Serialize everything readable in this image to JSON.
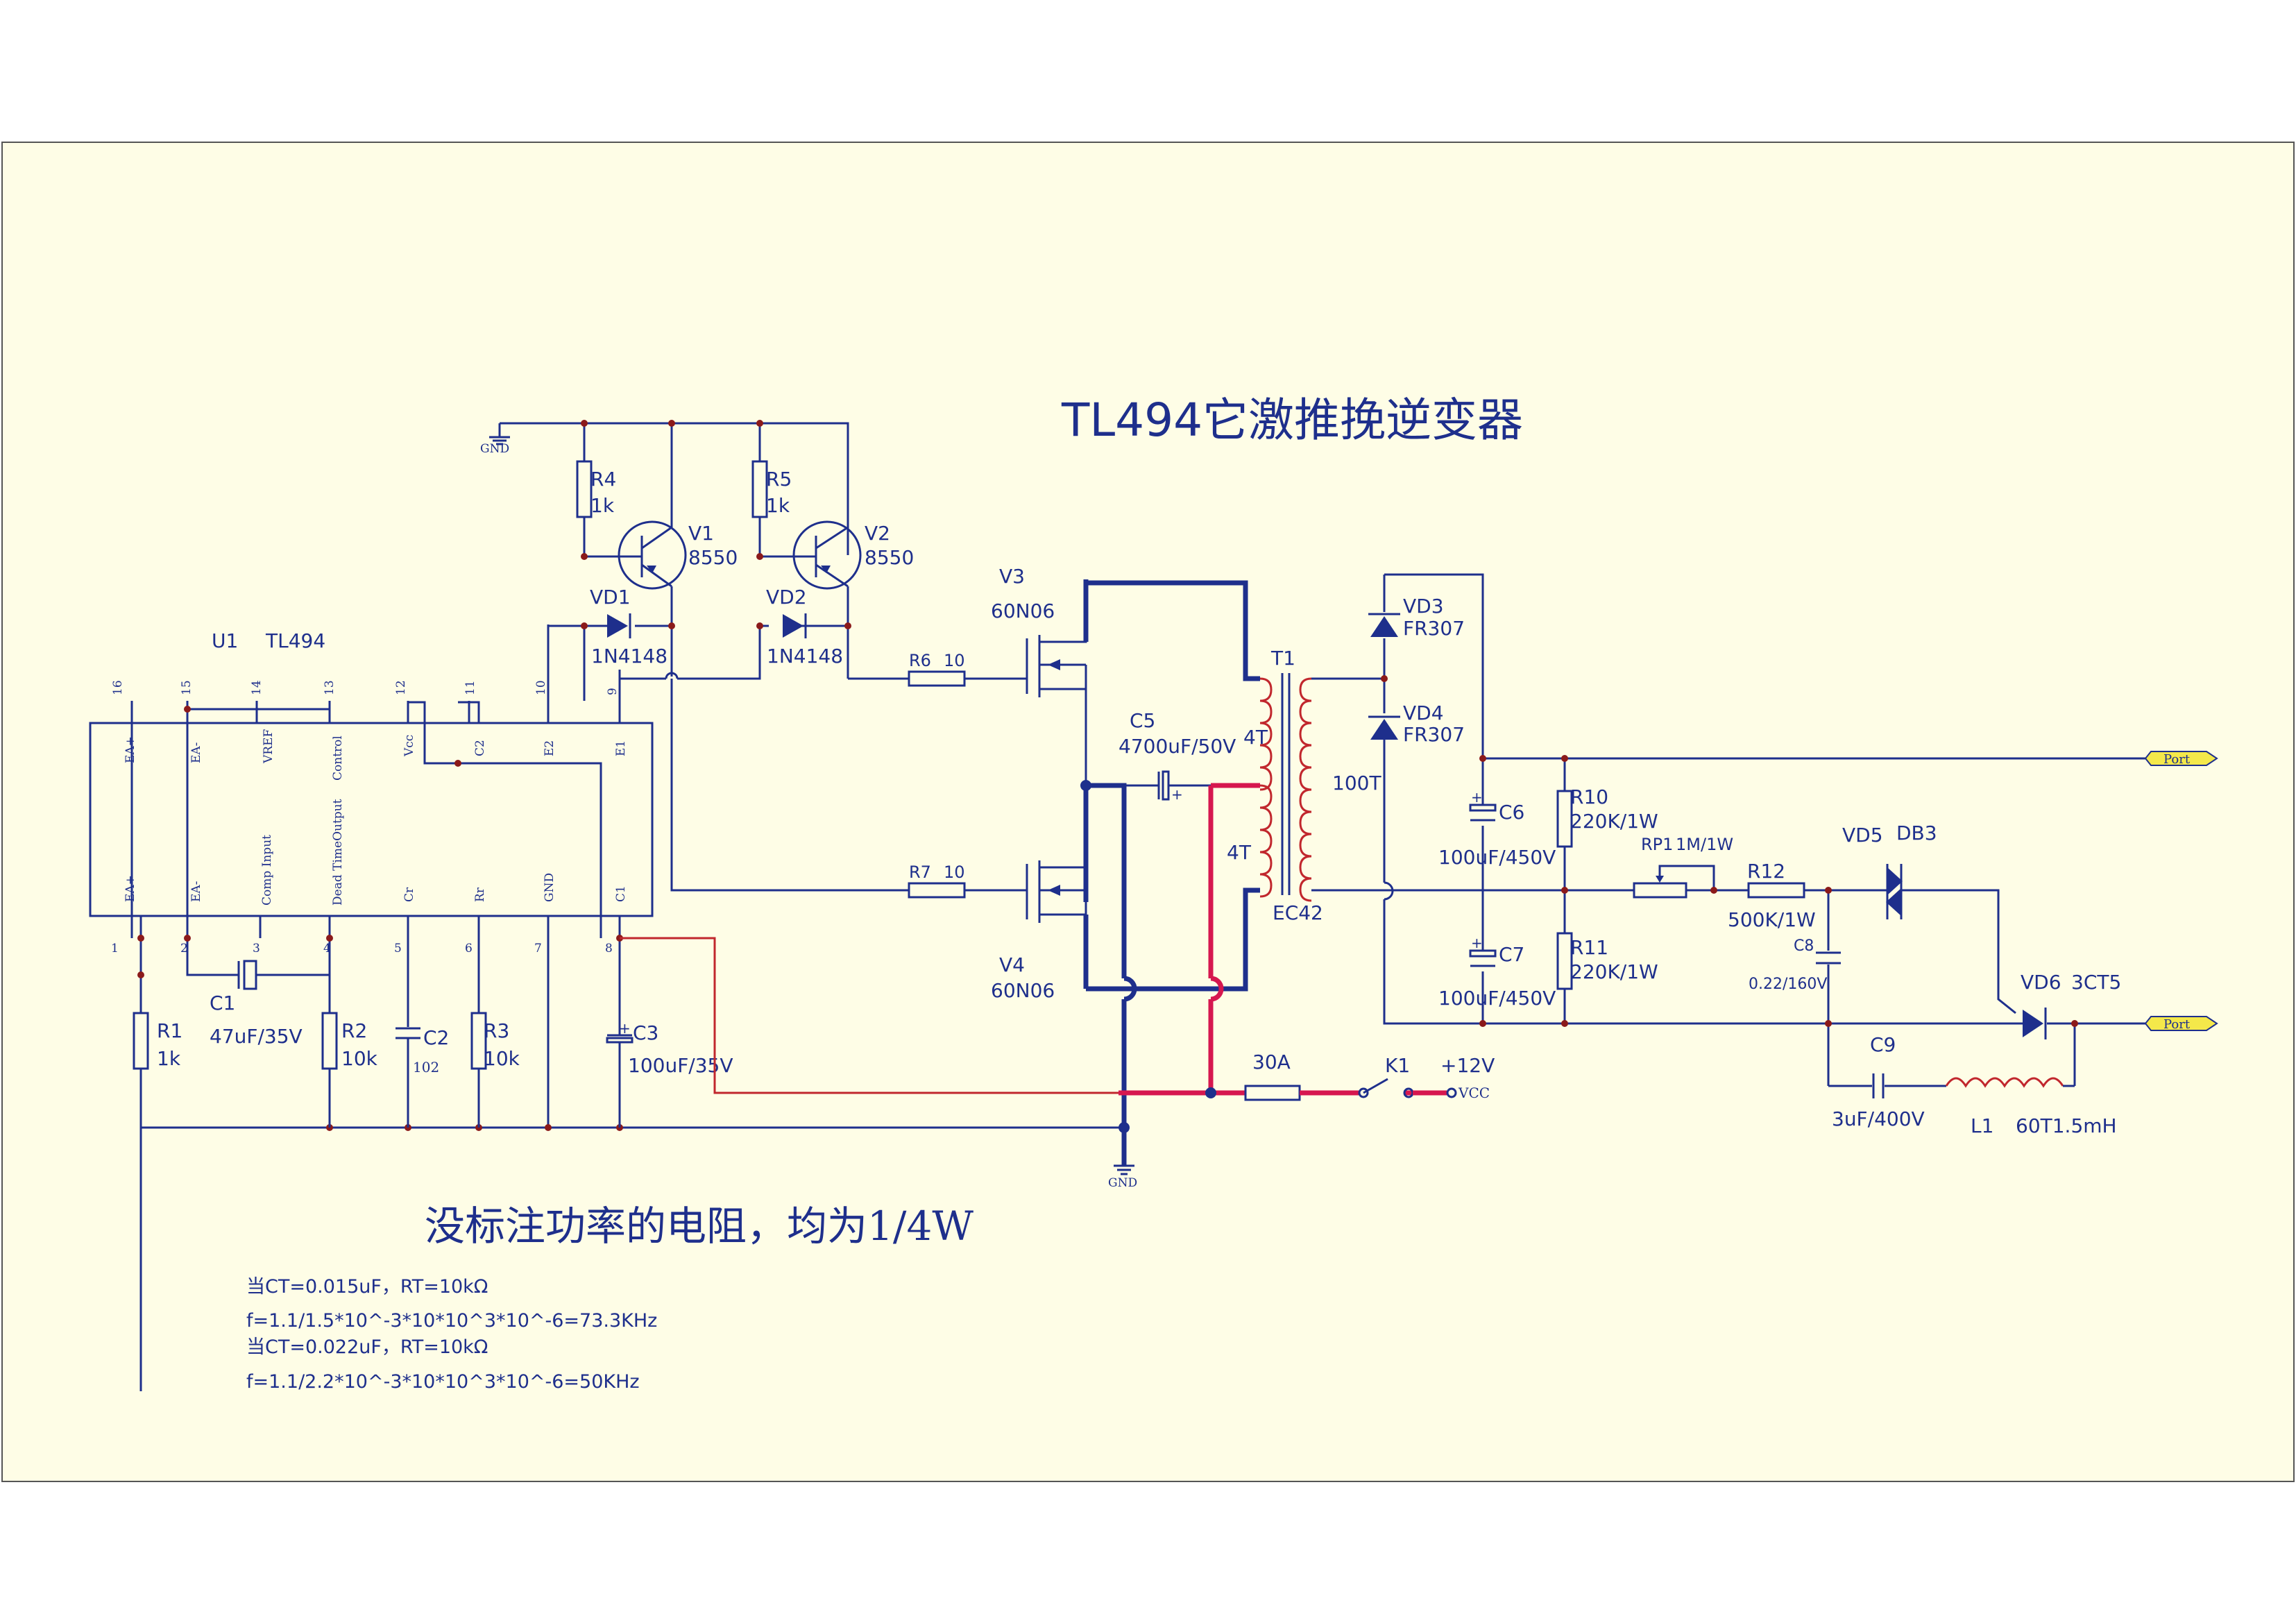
{
  "title": "TL494它激推挽逆变器",
  "ic": {
    "ref": "U1",
    "part": "TL494",
    "top_pins": [
      {
        "num": "16",
        "name": "EA+"
      },
      {
        "num": "15",
        "name": "EA-"
      },
      {
        "num": "14",
        "name": "VREF"
      },
      {
        "num": "13",
        "name": "Control"
      },
      {
        "num": "12",
        "name": "Vcc"
      },
      {
        "num": "11",
        "name": "C2"
      },
      {
        "num": "10",
        "name": "E2"
      },
      {
        "num": "9",
        "name": "E1"
      }
    ],
    "bottom_pins": [
      {
        "num": "1",
        "name": "EA+"
      },
      {
        "num": "2",
        "name": "EA-"
      },
      {
        "num": "3",
        "name": "Comp Input"
      },
      {
        "num": "4",
        "name": "Dead TimeOutput"
      },
      {
        "num": "5",
        "name": "Cr"
      },
      {
        "num": "6",
        "name": "Rr"
      },
      {
        "num": "7",
        "name": "GND"
      },
      {
        "num": "8",
        "name": "C1"
      }
    ]
  },
  "components": {
    "R1": {
      "ref": "R1",
      "value": "1k"
    },
    "R2": {
      "ref": "R2",
      "value": "10k"
    },
    "R3": {
      "ref": "R3",
      "value": "10k"
    },
    "R4": {
      "ref": "R4",
      "value": "1k"
    },
    "R5": {
      "ref": "R5",
      "value": "1k"
    },
    "R6": {
      "ref": "R6",
      "value": "10"
    },
    "R7": {
      "ref": "R7",
      "value": "10"
    },
    "R10": {
      "ref": "R10",
      "value": "220K/1W"
    },
    "R11": {
      "ref": "R11",
      "value": "220K/1W"
    },
    "R12": {
      "ref": "R12",
      "value": "500K/1W"
    },
    "RP1": {
      "ref": "RP1",
      "value": "1M/1W"
    },
    "C1": {
      "ref": "C1",
      "value": "47uF/35V"
    },
    "C2": {
      "ref": "C2",
      "value": "102"
    },
    "C3": {
      "ref": "C3",
      "value": "100uF/35V"
    },
    "C5": {
      "ref": "C5",
      "value": "4700uF/50V"
    },
    "C6": {
      "ref": "C6",
      "value": "100uF/450V"
    },
    "C7": {
      "ref": "C7",
      "value": "100uF/450V"
    },
    "C8": {
      "ref": "C8",
      "value": "0.22/160V"
    },
    "C9": {
      "ref": "C9",
      "value": "3uF/400V"
    },
    "V1": {
      "ref": "V1",
      "value": "8550"
    },
    "V2": {
      "ref": "V2",
      "value": "8550"
    },
    "V3": {
      "ref": "V3",
      "value": "60N06"
    },
    "V4": {
      "ref": "V4",
      "value": "60N06"
    },
    "VD1": {
      "ref": "VD1",
      "value": "1N4148"
    },
    "VD2": {
      "ref": "VD2",
      "value": "1N4148"
    },
    "VD3": {
      "ref": "VD3",
      "value": "FR307"
    },
    "VD4": {
      "ref": "VD4",
      "value": "FR307"
    },
    "VD5": {
      "ref": "VD5",
      "value": "DB3"
    },
    "VD6": {
      "ref": "VD6",
      "value": "3CT5"
    },
    "T1": {
      "ref": "T1",
      "core": "EC42",
      "primary_upper": "4T",
      "primary_lower": "4T",
      "secondary": "100T"
    },
    "L1": {
      "ref": "L1",
      "value": "60T1.5mH"
    },
    "K1": {
      "ref": "K1",
      "supply": "+12V",
      "net": "VCC"
    },
    "fuse": {
      "value": "30A"
    }
  },
  "nets": {
    "gnd": "GND",
    "port": "Port"
  },
  "notes": {
    "resistor_note": "没标注功率的电阻，均为1/4W",
    "line1": "当CT=0.015uF，RT=10kΩ",
    "line2": "f=1.1/1.5*10^-3*10*10^3*10^-6=73.3KHz",
    "line3": "当CT=0.022uF，RT=10kΩ",
    "line4": "f=1.1/2.2*10^-3*10*10^3*10^-6=50KHz"
  }
}
